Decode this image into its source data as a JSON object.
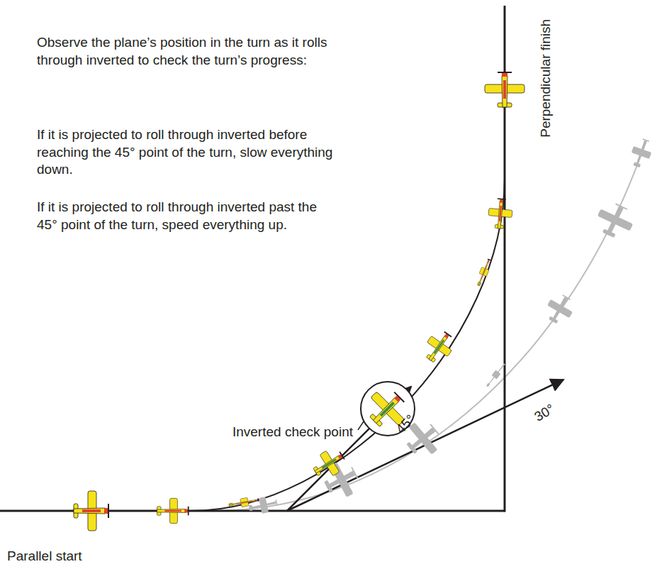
{
  "diagram": {
    "labels": [
      "Observe the plane’s position in the turn as it rolls through inverted to check the turn’s progress:",
      "If it is projected to roll through inverted before reaching the 45° point of the turn, slow everything down.",
      "If it is projected to roll through inverted past the 45° point of the turn, speed everything up.",
      "Perpendicular finish",
      "45°",
      "30°",
      "Inverted check point",
      "Parallel start"
    ]
  }
}
